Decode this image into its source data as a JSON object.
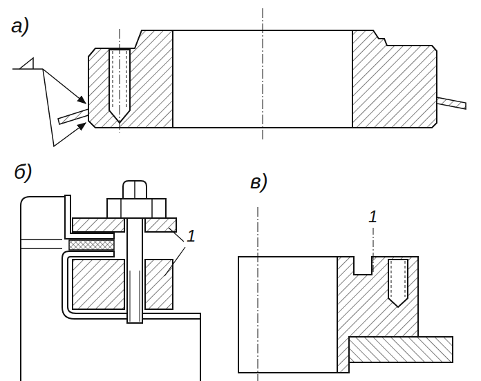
{
  "diagram": {
    "labels": [
      "а)",
      "б)",
      "в)",
      "1",
      "1"
    ]
  }
}
